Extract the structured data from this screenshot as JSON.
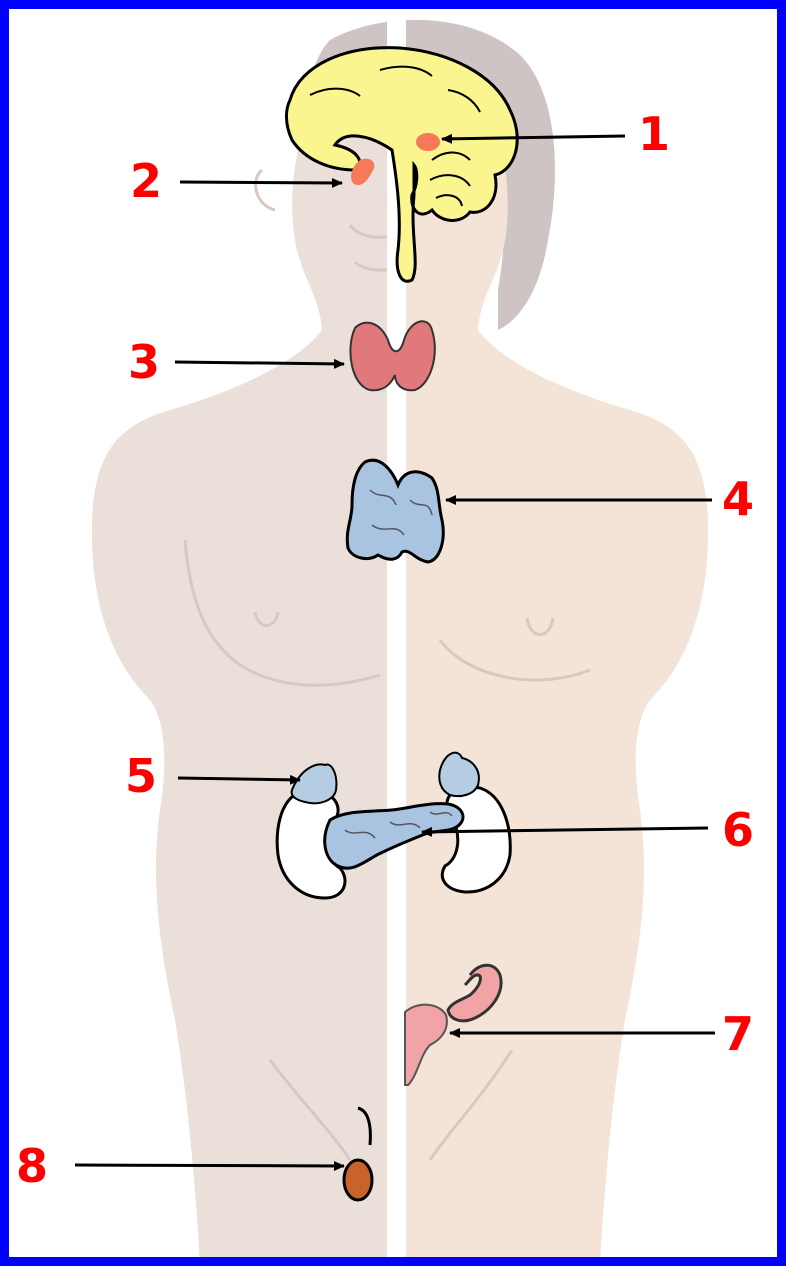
{
  "colors": {
    "frame": "#0000ff",
    "label": "#ff0000",
    "body_left": "#eae0d9",
    "body_right": "#f4e3d7",
    "hair": "#cfc4c4",
    "brain": "#fbf58f",
    "hypothalamus": "#f57a5a",
    "pituitary": "#f57a5a",
    "thyroid": "#e0787c",
    "thymus": "#a9c4e0",
    "adrenal": "#b5cde2",
    "pancreas": "#a9c4e0",
    "kidney": "#ffffff",
    "ovary": "#f2a3a6",
    "testis": "#c8642a"
  },
  "labels": {
    "l1": "1",
    "l2": "2",
    "l3": "3",
    "l4": "4",
    "l5": "5",
    "l6": "6",
    "l7": "7",
    "l8": "8"
  },
  "icons": {
    "arrow": "arrow-icon"
  }
}
